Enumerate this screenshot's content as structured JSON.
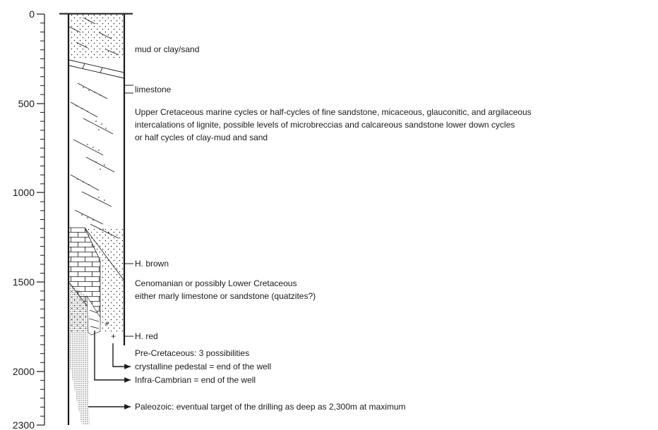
{
  "depth_axis": {
    "min": 0,
    "max": 2300,
    "minor_step": 50,
    "labels": [
      "0",
      "500",
      "1000",
      "1500",
      "2000",
      "2300"
    ]
  },
  "annotations": {
    "mud_clay_sand": "mud or clay/sand",
    "limestone": "limestone",
    "upper_cretaceous": [
      "Upper Cretaceous marine cycles or half-cycles of fine sandstone, micaceous, glauconitic, and argilaceous",
      "intercalations of lignite, possible levels of microbreccias and calcareous sandstone lower down cycles",
      "or half cycles of clay-mud and sand"
    ],
    "h_brown": "H. brown",
    "cenomanian": [
      "Cenomanian or possibly Lower Cretaceous",
      "either marly limestone or sandstone (quatzites?)"
    ],
    "h_red": "H. red",
    "pre_cretaceous": "Pre-Cretaceous: 3 possibilities",
    "crystalline": "crystalline pedestal = end of the well",
    "infra_cambrian": "Infra-Cambrian = end of the well",
    "paleozoic": "Paleozoic: eventual target of the drilling as deep as 2,300m at maximum"
  },
  "colors": {
    "ink": "#1a1a1a",
    "background": "#ffffff"
  }
}
